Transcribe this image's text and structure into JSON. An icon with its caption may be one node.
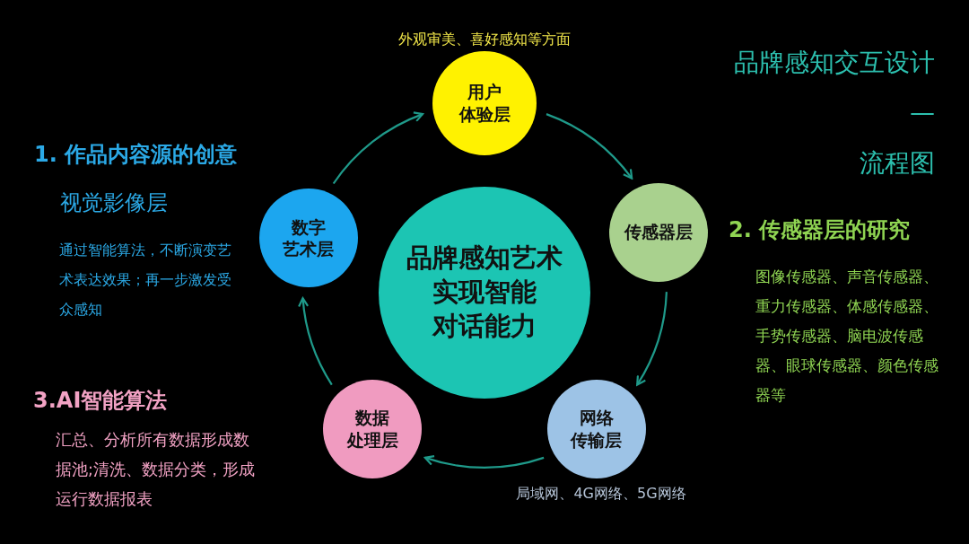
{
  "diagram": {
    "title": "品牌感知交互设计 — 流程图",
    "nodes": [
      {
        "text": [
          "用户",
          "体验层"
        ],
        "beside": [
          "外观审美、喜好感知等方面"
        ]
      },
      {
        "text": [
          "传感器层"
        ]
      },
      {
        "text": [
          "网络",
          "传输层"
        ],
        "beside": [
          "局域网、4G网络、5G网络"
        ]
      },
      {
        "text": [
          "数据",
          "处理层"
        ]
      },
      {
        "text": [
          "数字",
          "艺术层"
        ]
      },
      {
        "text": [
          "品牌感知艺术",
          "实现智能",
          "对话能力"
        ]
      }
    ],
    "edges": [
      {
        "from": 0,
        "to": 1,
        "arrow": "to"
      },
      {
        "from": 1,
        "to": 2,
        "arrow": "to"
      },
      {
        "from": 2,
        "to": 3,
        "arrow": "to"
      },
      {
        "from": 3,
        "to": 4,
        "arrow": "to"
      },
      {
        "from": 4,
        "to": 0,
        "arrow": "to"
      }
    ],
    "labels": [
      "1. 作品内容源的创意",
      "视觉影像层",
      "通过智能算法，不断演变艺术表达效果；再一步激发受众感知",
      "2. 传感器层的研究",
      "图像传感器、声音传感器、重力传感器、体感传感器、手势传感器、脑电波传感器、眼球传感器、颜色传感器等",
      "3.AI智能算法",
      "汇总、分析所有数据形成数据池;清洗、数据分类，形成运行数据报表"
    ]
  }
}
